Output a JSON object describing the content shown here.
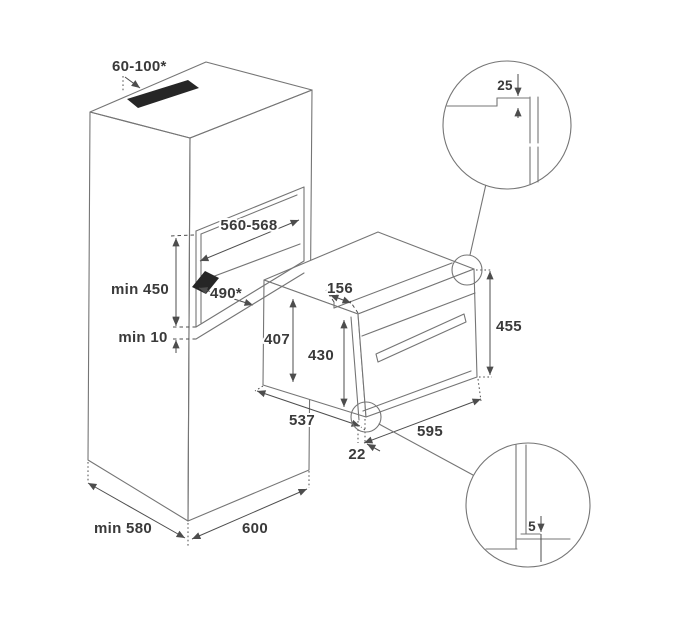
{
  "diagram": {
    "labels": {
      "top_vent": "60-100*",
      "niche_width": "560-568",
      "niche_height": "min 450",
      "bottom_gap": "min 10",
      "niche_depth": "490*",
      "cabinet_depth": "min 580",
      "cabinet_width": "600",
      "top_recess": "156",
      "rear_height": "407",
      "mid_height": "430",
      "front_height": "455",
      "oven_depth": "537",
      "oven_width": "595",
      "frame_side": "22",
      "detail_step": "25",
      "detail_gap": "5"
    },
    "colors": {
      "line": "#757575",
      "dim": "#4d4d4d",
      "text": "#3a3a3a",
      "vent": "#262626",
      "bg": "#ffffff"
    }
  }
}
